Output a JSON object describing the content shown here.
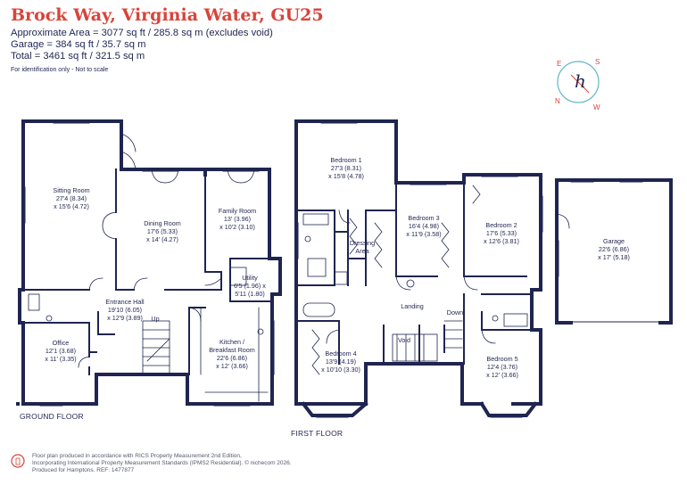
{
  "header": {
    "title": "Brock Way, Virginia Water, GU25",
    "approx_area": "Approximate Area = 3077 sq ft / 285.8 sq m (excludes void)",
    "garage_area": "Garage = 384 sq ft / 35.7 sq m",
    "total_area": "Total = 3461 sq ft / 321.5 sq m",
    "note": "For identification only - Not to scale"
  },
  "compass": {
    "letters": [
      "N",
      "E",
      "S",
      "W"
    ],
    "logo_letter": "h"
  },
  "ground_floor": {
    "name": "GROUND FLOOR",
    "rooms": [
      {
        "name": "Sitting Room",
        "dims": [
          "27'4 (8.34)",
          "x 15'6 (4.72)"
        ]
      },
      {
        "name": "Dining Room",
        "dims": [
          "17'6 (5.33)",
          "x 14' (4.27)"
        ]
      },
      {
        "name": "Family Room",
        "dims": [
          "13' (3.96)",
          "x 10'2 (3.10)"
        ]
      },
      {
        "name": "Utility",
        "dims": [
          "6'5 (1.96) x",
          "5'11 (1.80)"
        ]
      },
      {
        "name": "Entrance Hall",
        "dims": [
          "19'10 (6.05)",
          "x 12'9 (3.89)"
        ]
      },
      {
        "name": "Office",
        "dims": [
          "12'1 (3.68)",
          "x 11' (3.35)"
        ]
      },
      {
        "name": "Kitchen /",
        "dims": [
          "Breakfast Room",
          "22'6 (6.86)",
          "x 12' (3.66)"
        ]
      }
    ],
    "up": "Up"
  },
  "first_floor": {
    "name": "FIRST FLOOR",
    "rooms": [
      {
        "name": "Bedroom 1",
        "dims": [
          "27'3 (8.31)",
          "x 15'8 (4.78)"
        ]
      },
      {
        "name": "Bedroom 3",
        "dims": [
          "16'4 (4.98)",
          "x 11'9 (3.58)"
        ]
      },
      {
        "name": "Bedroom 2",
        "dims": [
          "17'6 (5.33)",
          "x 12'6 (3.81)"
        ]
      },
      {
        "name": "Dressing",
        "dims": [
          "Area"
        ]
      },
      {
        "name": "Landing",
        "dims": []
      },
      {
        "name": "Bedroom 4",
        "dims": [
          "13'9 (4.19)",
          "x 10'10 (3.30)"
        ]
      },
      {
        "name": "Bedroom 5",
        "dims": [
          "12'4 (3.76)",
          "x 12' (3.66)"
        ]
      }
    ],
    "down": "Down",
    "void": "Void"
  },
  "garage": {
    "name": "Garage",
    "dims": [
      "22'6 (6.86)",
      "x 17' (5.18)"
    ]
  },
  "footer": {
    "lines": [
      "Floor plan produced in accordance with RICS Property Measurement 2nd Edition,",
      "Incorporating International Property Measurement Standards (IPMS2 Residential).  © nichecom 2026.",
      "Produced for Hamptons.   REF: 1477877"
    ]
  },
  "colors": {
    "wall": "#1f2550",
    "title": "#d9443a",
    "logo": "#5fb7c4"
  }
}
